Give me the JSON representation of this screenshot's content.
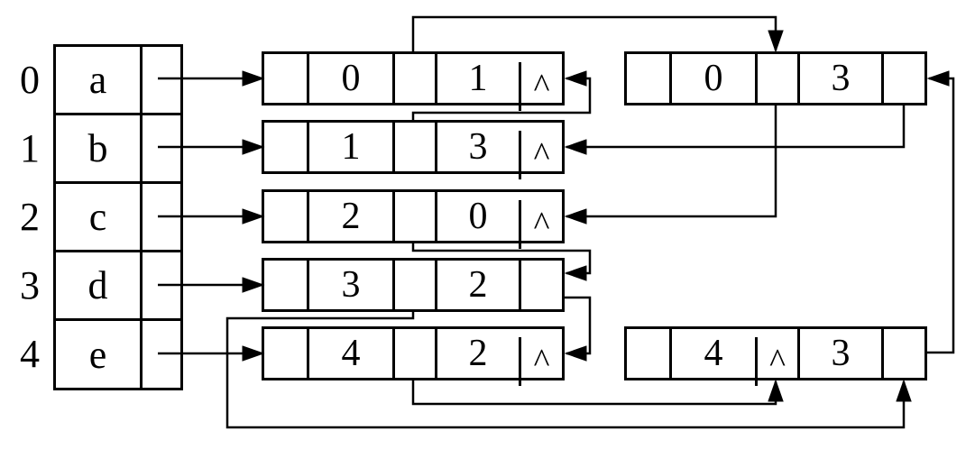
{
  "diagram": {
    "kind": "adjacency-multilist",
    "null_marker": "^"
  },
  "vertex_table": {
    "rows": [
      {
        "index": "0",
        "label": "a"
      },
      {
        "index": "1",
        "label": "b"
      },
      {
        "index": "2",
        "label": "c"
      },
      {
        "index": "3",
        "label": "d"
      },
      {
        "index": "4",
        "label": "e"
      }
    ]
  },
  "edge_nodes": [
    {
      "name": "edge-0-1",
      "cells": [
        "",
        "0",
        "",
        "1",
        "^"
      ]
    },
    {
      "name": "edge-1-3",
      "cells": [
        "",
        "1",
        "",
        "3",
        "^"
      ]
    },
    {
      "name": "edge-2-0",
      "cells": [
        "",
        "2",
        "",
        "0",
        "^"
      ]
    },
    {
      "name": "edge-3-2",
      "cells": [
        "",
        "3",
        "",
        "2",
        ""
      ]
    },
    {
      "name": "edge-4-2",
      "cells": [
        "",
        "4",
        "",
        "2",
        "^"
      ]
    },
    {
      "name": "edge-0-3",
      "cells": [
        "",
        "0",
        "",
        "3",
        ""
      ]
    },
    {
      "name": "edge-4-3",
      "cells": [
        "",
        "4",
        "^",
        "3",
        ""
      ]
    }
  ],
  "links": [
    {
      "from": "vertex-0",
      "to": "edge-0-1"
    },
    {
      "from": "vertex-1",
      "to": "edge-1-3"
    },
    {
      "from": "vertex-2",
      "to": "edge-2-0"
    },
    {
      "from": "vertex-3",
      "to": "edge-3-2"
    },
    {
      "from": "vertex-4",
      "to": "edge-4-2"
    },
    {
      "from": "edge-0-1.ilink",
      "to": "edge-0-3"
    },
    {
      "from": "edge-1-3.ilink",
      "to": "edge-0-1"
    },
    {
      "from": "edge-0-3.ilink",
      "to": "edge-2-0"
    },
    {
      "from": "edge-0-3.jlink",
      "to": "edge-1-3"
    },
    {
      "from": "edge-2-0.ilink",
      "to": "edge-3-2"
    },
    {
      "from": "edge-3-2.jlink",
      "to": "edge-4-2"
    },
    {
      "from": "edge-4-2.ilink",
      "to": "edge-4-3"
    },
    {
      "from": "edge-3-2.ilink",
      "to": "edge-4-3"
    },
    {
      "from": "edge-4-3.jlink",
      "to": "edge-0-3"
    }
  ],
  "colors": {
    "line": "#000000",
    "background": "#ffffff",
    "text": "#000000"
  }
}
